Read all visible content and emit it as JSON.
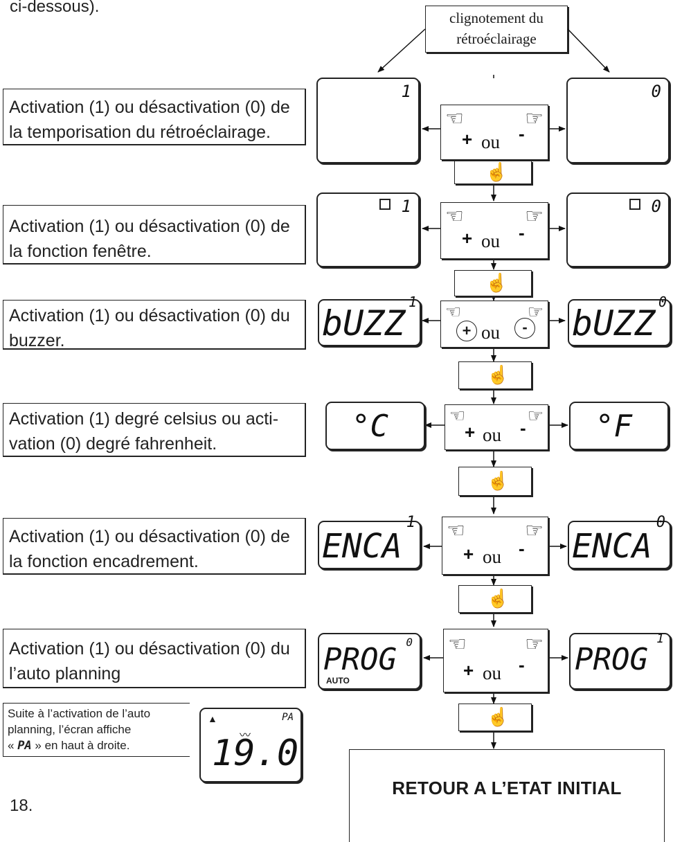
{
  "top_note": "ci-dessous).",
  "start_box": {
    "line1": "clignotement du",
    "line2": "rétroéclairage"
  },
  "rows": [
    {
      "desc": "Activation (1) ou désactivation (0) de la temporisation du rétroéclairage.",
      "left_value": "1",
      "right_value": "0",
      "left_word": "",
      "right_word": ""
    },
    {
      "desc": "Activation (1) ou désactivation (0) de la fonction fenêtre.",
      "left_value": "1",
      "right_value": "0",
      "left_word": "",
      "right_word": "",
      "icon": "window-icon"
    },
    {
      "desc": "Activation (1) ou désactivation (0) du buzzer.",
      "left_value": "1",
      "right_value": "0",
      "left_word": "bUZZ",
      "right_word": "bUZZ"
    },
    {
      "desc": "Activation (1) degré celsius ou acti-vation (0) degré fahrenheit.",
      "left_value": "",
      "right_value": "",
      "left_word": "°C",
      "right_word": "°F"
    },
    {
      "desc": "Activation (1) ou désactivation (0) de la fonction encadrement.",
      "left_value": "1",
      "right_value": "0",
      "left_word": "ENCA",
      "right_word": "ENCA"
    },
    {
      "desc": "Activation (1) ou désactivation (0) du l’auto planning",
      "left_value": "0",
      "right_value": "1",
      "left_word": "PROG",
      "right_word": "PROG",
      "left_tag": "AUTO"
    }
  ],
  "controls": {
    "plus": "+",
    "minus": "-",
    "ou": "ou",
    "hand_left": "pointing-hand-icon",
    "hand_right": "pointing-hand-icon",
    "ok": "press-hand-icon"
  },
  "note_box": {
    "line1": "Suite à l’activation de l’auto",
    "line2": "planning, l’écran affiche",
    "line3_prefix": "« ",
    "line3_code": "PA",
    "line3_suffix": " » en haut à droite."
  },
  "small_lcd": {
    "tag": "PA",
    "temp": "19.0",
    "marker": "▲"
  },
  "page_number": "18.",
  "final_box": "RETOUR A L’ETAT INITIAL"
}
